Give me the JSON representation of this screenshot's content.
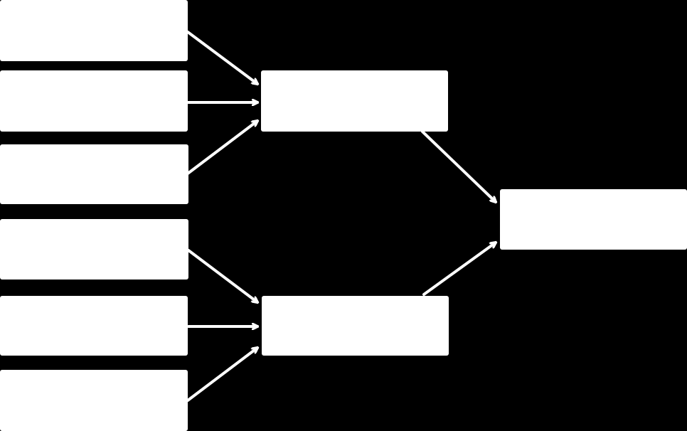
{
  "diagram": {
    "background_color": "#000000",
    "box_color": "#ffffff",
    "arrow_color": "#ffffff",
    "nodes": [
      {
        "id": "input-1",
        "label": ""
      },
      {
        "id": "input-2",
        "label": ""
      },
      {
        "id": "input-3",
        "label": ""
      },
      {
        "id": "input-4",
        "label": ""
      },
      {
        "id": "input-5",
        "label": ""
      },
      {
        "id": "input-6",
        "label": ""
      },
      {
        "id": "middle-top",
        "label": ""
      },
      {
        "id": "middle-bottom",
        "label": ""
      },
      {
        "id": "output",
        "label": ""
      }
    ],
    "edges": [
      {
        "from": "input-1",
        "to": "middle-top"
      },
      {
        "from": "input-2",
        "to": "middle-top"
      },
      {
        "from": "input-3",
        "to": "middle-top"
      },
      {
        "from": "input-4",
        "to": "middle-bottom"
      },
      {
        "from": "input-5",
        "to": "middle-bottom"
      },
      {
        "from": "input-6",
        "to": "middle-bottom"
      },
      {
        "from": "middle-top",
        "to": "output"
      },
      {
        "from": "middle-bottom",
        "to": "output"
      }
    ]
  }
}
